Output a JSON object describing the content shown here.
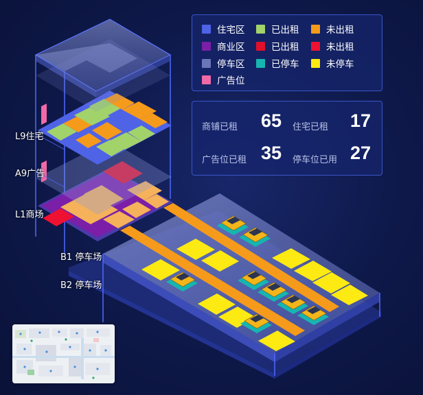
{
  "floors": {
    "l9": "L9住宅",
    "a9": "A9广告",
    "l1": "L1商场",
    "b1": "B1 停车场",
    "b2": "B2 停车场"
  },
  "legend": {
    "items": [
      {
        "label": "住宅区",
        "color": "#4f63e6"
      },
      {
        "label": "已出租",
        "color": "#a2d26a"
      },
      {
        "label": "未出租",
        "color": "#f59a1b"
      },
      {
        "label": "商业区",
        "color": "#7b1fa8"
      },
      {
        "label": "已出租",
        "color": "#e0102a"
      },
      {
        "label": "未出租",
        "color": "#ef1131"
      },
      {
        "label": "停车区",
        "color": "#6b76b8"
      },
      {
        "label": "已停车",
        "color": "#17b5b0"
      },
      {
        "label": "未停车",
        "color": "#fdea13"
      },
      {
        "label": "广告位",
        "color": "#f06aa8"
      }
    ]
  },
  "stats": {
    "shop_rented_label": "商铺已租",
    "shop_rented_value": "65",
    "residence_rented_label": "住宅已租",
    "residence_rented_value": "17",
    "ad_rented_label": "广告位已租",
    "ad_rented_value": "35",
    "parking_used_label": "停车位已用",
    "parking_used_value": "27"
  }
}
